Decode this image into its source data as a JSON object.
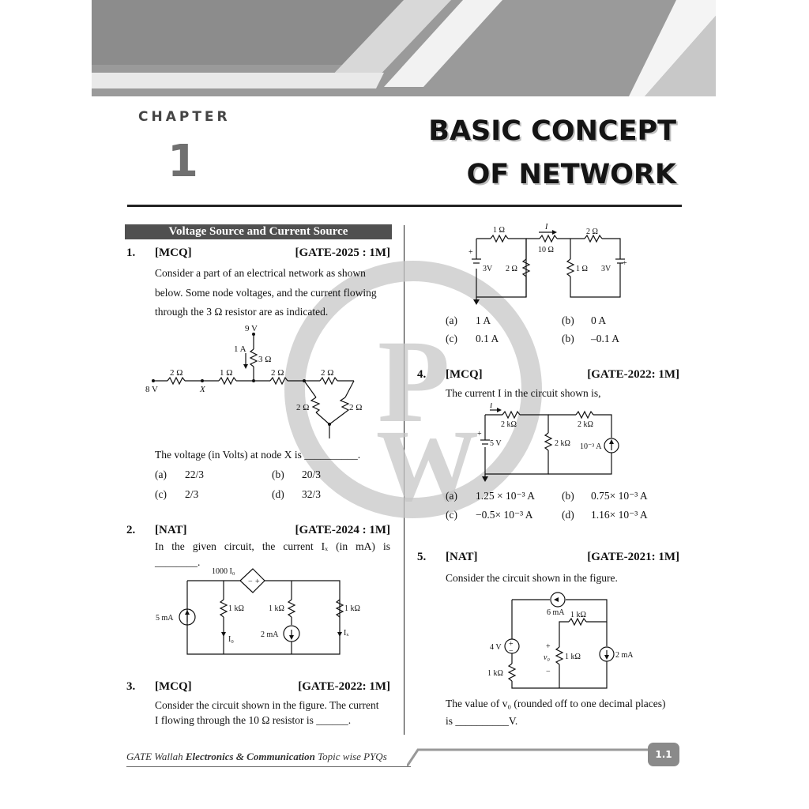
{
  "header": {
    "chapter_label": "CHAPTER",
    "chapter_number": "1",
    "title_line1": "BASIC CONCEPT",
    "title_line2": "OF NETWORK"
  },
  "section": {
    "title": "Voltage Source and Current Source"
  },
  "questions": [
    {
      "num": "1.",
      "type": "[MCQ]",
      "tag": "[GATE-2025 : 1M]",
      "text_lines": [
        "Consider a part of an electrical network as shown",
        "below. Some node voltages, and the current flowing",
        "through the 3 Ω resistor are as indicated."
      ],
      "prompt": "The voltage (in Volts) at node X is __________.",
      "options": [
        {
          "label": "(a)",
          "value": "22/3"
        },
        {
          "label": "(b)",
          "value": "20/3"
        },
        {
          "label": "(c)",
          "value": "2/3"
        },
        {
          "label": "(d)",
          "value": "32/3"
        }
      ],
      "circuit": {
        "v9": "9 V",
        "i1": "1 A",
        "r3": "3 Ω",
        "r2": "2 Ω",
        "r1": "1 Ω",
        "v8": "8 V",
        "x": "X"
      }
    },
    {
      "num": "2.",
      "type": "[NAT]",
      "tag": "[GATE-2024 : 1M]",
      "text_line1": "In the given circuit, the current Iₓ (in mA) is",
      "text_line2": "________.",
      "circuit": {
        "dep": "1000 I₀",
        "src": "5 mA",
        "r": "1 kΩ",
        "i2": "2 mA",
        "i0": "I₀",
        "ix": "Iₓ"
      }
    },
    {
      "num": "3.",
      "type": "[MCQ]",
      "tag": "[GATE-2022: 1M]",
      "text_line1": "Consider the circuit shown in the figure. The current",
      "text_line2": "I flowing through the 10 Ω resistor is ______.",
      "circuit": {
        "r1": "1 Ω",
        "i": "I",
        "r10": "10 Ω",
        "r2": "2 Ω",
        "v3": "3V"
      },
      "options": [
        {
          "label": "(a)",
          "value": "1 A"
        },
        {
          "label": "(b)",
          "value": "0 A"
        },
        {
          "label": "(c)",
          "value": "0.1 A"
        },
        {
          "label": "(b)",
          "value": "–0.1 A"
        }
      ]
    },
    {
      "num": "4.",
      "type": "[MCQ]",
      "tag": "[GATE-2022: 1M]",
      "text": "The current I in the circuit shown is,",
      "circuit": {
        "i": "I",
        "r2k": "2 kΩ",
        "v5": "5 V",
        "isrc": "10⁻³ A"
      },
      "options": [
        {
          "label": "(a)",
          "value": "1.25 × 10⁻³ A"
        },
        {
          "label": "(b)",
          "value": "0.75× 10⁻³ A"
        },
        {
          "label": "(c)",
          "value": "−0.5× 10⁻³ A"
        },
        {
          "label": "(d)",
          "value": "1.16× 10⁻³ A"
        }
      ]
    },
    {
      "num": "5.",
      "type": "[NAT]",
      "tag": "[GATE-2021: 1M]",
      "text": "Consider the circuit shown in the figure.",
      "circuit": {
        "i6": "6 mA",
        "r1k": "1 kΩ",
        "v4": "4 V",
        "v0": "v₀",
        "i2": "2 mA"
      },
      "prompt_line1": "The value of v₀ (rounded off to one decimal places)",
      "prompt_line2": "is __________V."
    }
  ],
  "footer": {
    "prefix": "GATE Wallah ",
    "bold": "Electronics & Communication",
    "suffix": " Topic wise PYQs",
    "page": "1.1"
  }
}
